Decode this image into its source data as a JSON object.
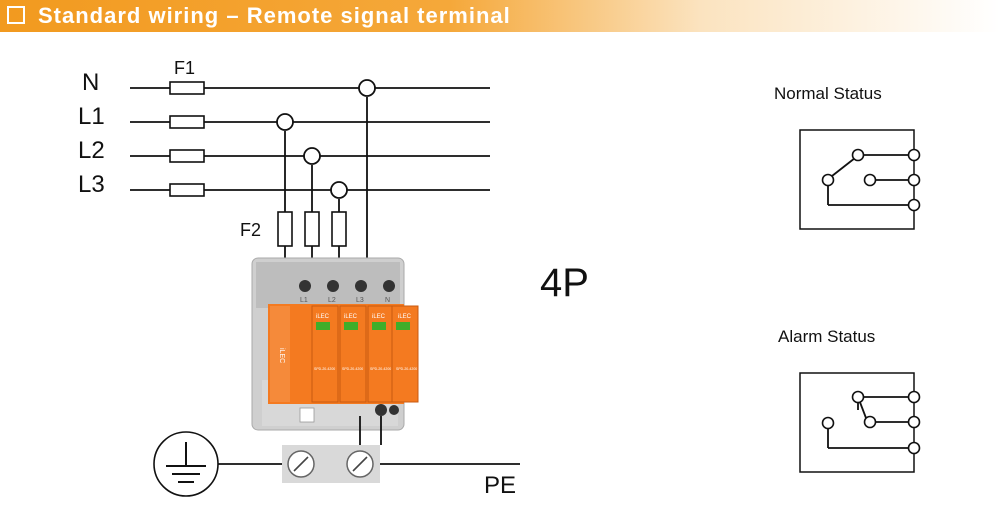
{
  "header": {
    "title": "Standard wiring – Remote signal terminal"
  },
  "lines": {
    "n": "N",
    "l1": "L1",
    "l2": "L2",
    "l3": "L3"
  },
  "fuses": {
    "f1": "F1",
    "f2": "F2"
  },
  "device": {
    "brand": "iLEC",
    "terminals_top": [
      "L1",
      "L2",
      "L3",
      "N"
    ],
    "model": "SPD-20-4200",
    "pole_count": "4P"
  },
  "earth_label": "PE",
  "status": {
    "normal": "Normal Status",
    "alarm": "Alarm Status"
  },
  "colors": {
    "accent": "#f29a1f",
    "module": "#f47a20",
    "indicator": "#3fae2a",
    "housing": "#c9c9c9"
  }
}
